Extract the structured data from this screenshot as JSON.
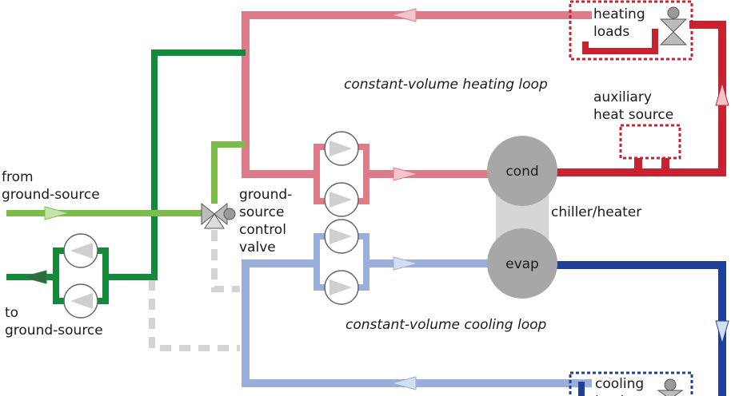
{
  "labels": {
    "heating_loads_1": "heating",
    "heating_loads_2": "loads",
    "heating_loop": "constant-volume heating loop",
    "auxiliary_1": "auxiliary",
    "auxiliary_2": "heat source",
    "cond": "cond",
    "chiller_heater": "chiller/heater",
    "evap": "evap",
    "from_1": "from",
    "from_2": "ground-source",
    "gsv_1": "ground-",
    "gsv_2": "source",
    "gsv_3": "control",
    "gsv_4": "valve",
    "to_1": "to",
    "to_2": "ground-source",
    "cooling_loop": "constant-volume cooling loop",
    "cooling_loads_1": "cooling",
    "cooling_loads_2": "loads"
  },
  "colors": {
    "heating_loop": "#df7a88",
    "heating_hot": "#c7222f",
    "cooling_loop": "#9aaedb",
    "cooling_cold": "#1f3f9a",
    "ground_dark": "#138a3a",
    "ground_light": "#7bbd48",
    "bypass_dashed": "#d4d4d4",
    "chiller": "#a7a7a7",
    "pump_face": "#ffffff",
    "pump_arrow": "#cfcfcf"
  }
}
